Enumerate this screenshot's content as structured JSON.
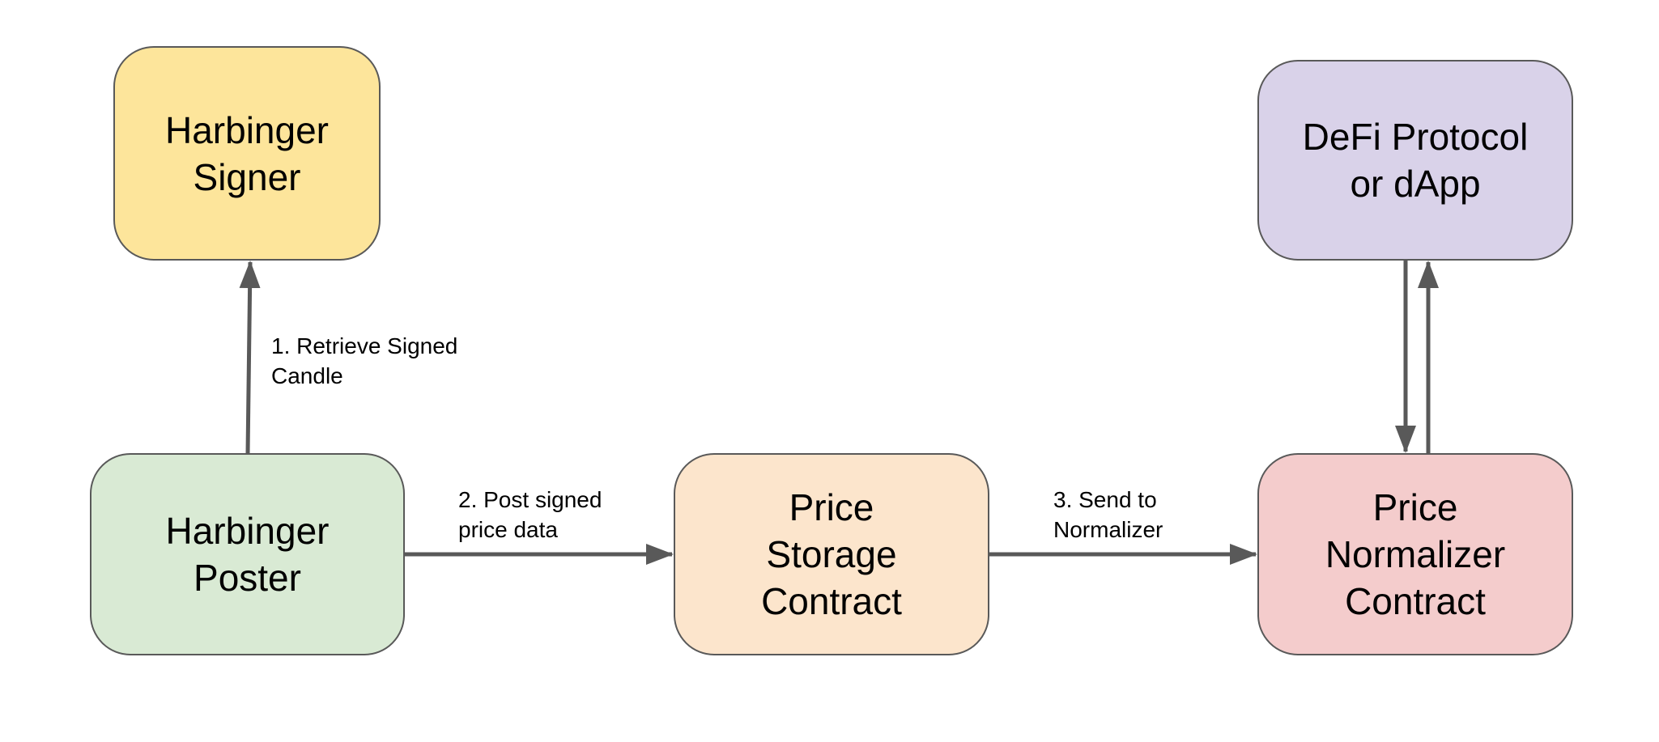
{
  "diagram": {
    "nodes": [
      {
        "id": "signer",
        "label": "Harbinger\nSigner",
        "fill": "#fde59b"
      },
      {
        "id": "poster",
        "label": "Harbinger\nPoster",
        "fill": "#d9ead4"
      },
      {
        "id": "storage",
        "label": "Price\nStorage\nContract",
        "fill": "#fce5cc"
      },
      {
        "id": "normalizer",
        "label": "Price\nNormalizer\nContract",
        "fill": "#f4cccc"
      },
      {
        "id": "defi",
        "label": "DeFi Protocol\nor dApp",
        "fill": "#d9d2e9"
      }
    ],
    "edges": [
      {
        "id": "retrieve",
        "from": "poster",
        "to": "signer",
        "label": "1. Retrieve Signed\nCandle"
      },
      {
        "id": "post",
        "from": "poster",
        "to": "storage",
        "label": "2. Post signed\nprice data"
      },
      {
        "id": "send",
        "from": "storage",
        "to": "normalizer",
        "label": "3. Send to\nNormalizer"
      },
      {
        "id": "defi-down",
        "from": "defi",
        "to": "normalizer",
        "label": ""
      },
      {
        "id": "defi-up",
        "from": "normalizer",
        "to": "defi",
        "label": ""
      }
    ],
    "colors": {
      "border": "#595959",
      "arrow": "#595959"
    }
  }
}
